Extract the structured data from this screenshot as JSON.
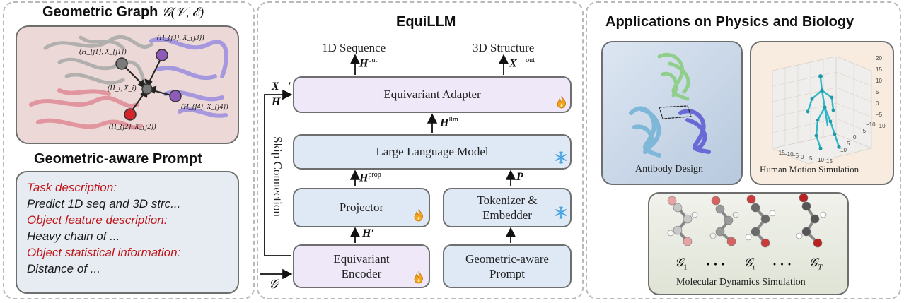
{
  "left": {
    "title": "Geometric Graph",
    "title_math": "𝒢(𝒱, ℰ)",
    "node_labels": {
      "j1": "(H_{j1}, X_{j1})",
      "j2": "(H_{j2}, X_{j2})",
      "j3": "(H_{j3}, X_{j3})",
      "j4": "(H_{j4}, X_{j4})",
      "i": "(H_i, X_i)"
    },
    "prompt_title": "Geometric-aware Prompt",
    "prompt_lines": [
      {
        "text": "Task description:",
        "color": "red"
      },
      {
        "text": "Predict 1D seq and 3D strc...",
        "color": "black"
      },
      {
        "text": "Object feature description:",
        "color": "red"
      },
      {
        "text": "Heavy chain of ...",
        "color": "black"
      },
      {
        "text": "Object statistical information:",
        "color": "red"
      },
      {
        "text": "Distance of ...",
        "color": "black"
      }
    ]
  },
  "middle": {
    "title": "EquiLLM",
    "out_seq": "1D Sequence",
    "out_struct": "3D Structure",
    "h_out": "H",
    "h_out_sup": "out",
    "x_out": "X⃗",
    "x_out_sup": "out",
    "adapter": "Equivariant Adapter",
    "h_llm": "H",
    "h_llm_sup": "llm",
    "llm": "Large Language Model",
    "h_prop": "H",
    "h_prop_sup": "prop",
    "p_label": "P",
    "projector": "Projector",
    "tokenizer_l1": "Tokenizer &",
    "tokenizer_l2": "Embedder",
    "h_prime": "H′",
    "encoder_l1": "Equivariant",
    "encoder_l2": "Encoder",
    "prompt_l1": "Geometric-aware",
    "prompt_l2": "Prompt",
    "skip": "Skip Connection",
    "x_prime": "X⃗′",
    "h_prime_left": "H′",
    "g_input": "𝒢"
  },
  "right": {
    "title": "Applications on Physics and Biology",
    "antibody": "Antibody Design",
    "motion": "Human Motion Simulation",
    "md": "Molecular Dynamics Simulation",
    "g1": "𝒢",
    "g1_sub": "1",
    "gt": "𝒢",
    "gt_sub": "t",
    "gT": "𝒢",
    "gT_sub": "T",
    "dots": "· · ·",
    "z_ticks": [
      "20",
      "15",
      "10",
      "5",
      "0",
      "−5",
      "−10"
    ],
    "x_ticks": [
      "−15",
      "−10",
      "−5",
      "0",
      "5",
      "10",
      "15"
    ],
    "y_ticks": [
      "10",
      "5",
      "0",
      "−5",
      "−10"
    ]
  },
  "colors": {
    "purple_box": "#efe8f8",
    "blue_box": "#dfe9f6",
    "red_text": "#c0151a",
    "flame": "#f2a31b",
    "snowflake": "#3ea0e0"
  }
}
